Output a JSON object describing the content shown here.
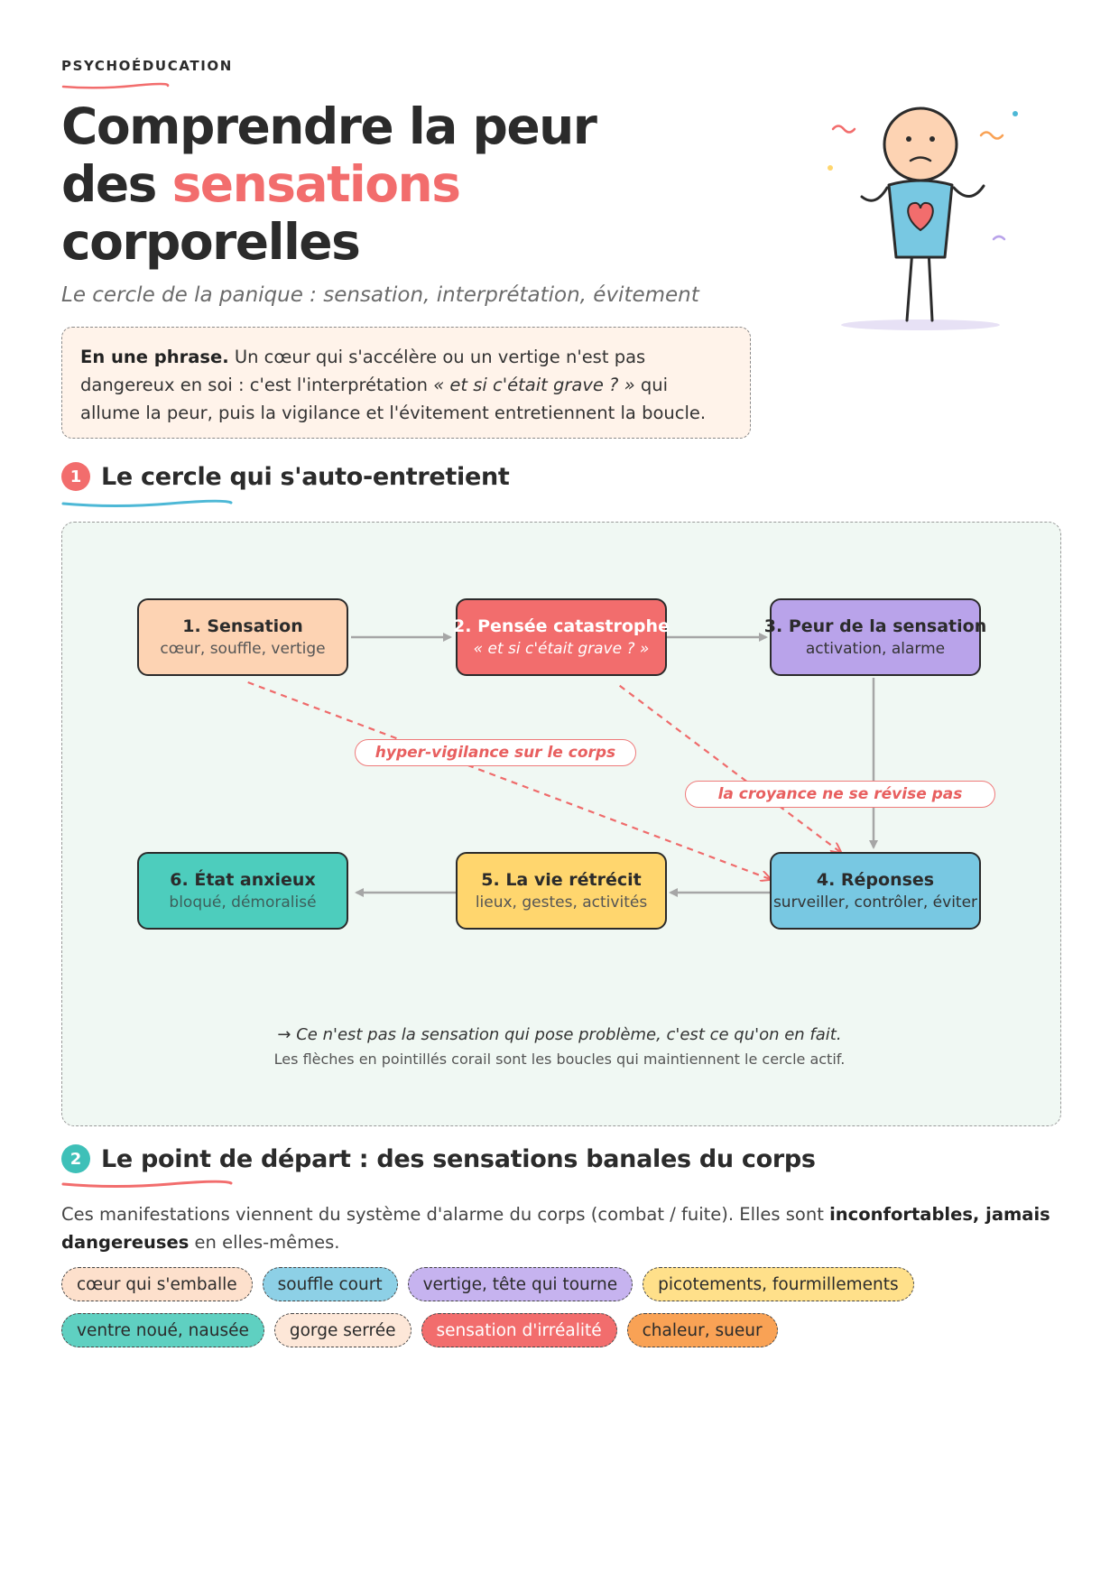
{
  "header": {
    "eyebrow": "PSYCHOÉDUCATION",
    "title_line1": "Comprendre la peur",
    "title_line2_prefix": "des ",
    "title_line2_accent": "sensations",
    "title_line3": "corporelles",
    "subtitle": "Le cercle de la panique : sensation, interprétation, évitement"
  },
  "summary": {
    "lead": "En une phrase.",
    "text_before": " Un cœur qui s'accélère ou un vertige n'est pas dangereux en soi : c'est l'interprétation ",
    "quote": "« et si c'était grave ? »",
    "text_after": " qui allume la peur, puis la vigilance et l'évitement entretiennent la boucle."
  },
  "section1": {
    "number": "1",
    "title": "Le cercle qui s'auto-entretient",
    "badge_color": "#f26d6d",
    "underline_color": "#4db8d6"
  },
  "cycle": {
    "boxes": [
      {
        "title": "1. Sensation",
        "sub": "cœur, souffle, vertige",
        "fill": "#fdd3b3",
        "title_color": "#2b2b2b",
        "sub_color": "#555555"
      },
      {
        "title": "2. Pensée catastrophe",
        "sub": "« et si c'était grave ? »",
        "fill": "#f26d6d",
        "title_color": "#ffffff",
        "sub_color": "#ffffff"
      },
      {
        "title": "3. Peur de la sensation",
        "sub": "activation, alarme",
        "fill": "#b9a3ea",
        "title_color": "#2b2b2b",
        "sub_color": "#333333"
      },
      {
        "title": "4. Réponses",
        "sub": "surveiller, contrôler, éviter",
        "fill": "#78c8e2",
        "title_color": "#2b2b2b",
        "sub_color": "#333333"
      },
      {
        "title": "5. La vie rétrécit",
        "sub": "lieux, gestes, activités",
        "fill": "#ffd66e",
        "title_color": "#2b2b2b",
        "sub_color": "#555555"
      },
      {
        "title": "6. État anxieux",
        "sub": "bloqué, démoralisé",
        "fill": "#4dcdbd",
        "title_color": "#2b2b2b",
        "sub_color": "#3d5f5b"
      }
    ],
    "loop_labels": [
      "hyper-vigilance sur le corps",
      "la croyance ne se révise pas"
    ],
    "note": "→ Ce n'est pas la sensation qui pose problème, c'est ce qu'on en fait.",
    "legend": "Les flèches en pointillés corail sont les boucles qui maintiennent le cercle actif.",
    "arrow_color": "#a6a6a6",
    "loop_color": "#ef6b6b"
  },
  "section2": {
    "number": "2",
    "title": "Le point de départ : des sensations banales du corps",
    "badge_color": "#3ec0b8",
    "underline_color": "#f26d6d",
    "intro_before": "Ces manifestations viennent du système d'alarme du corps (combat / fuite). Elles sont ",
    "intro_bold": "inconfortables, jamais dangereuses",
    "intro_after": " en elles-mêmes.",
    "tags_row1": [
      {
        "label": "cœur qui s'emballe",
        "fill": "#fde0cc",
        "text_color": "#2b2b2b"
      },
      {
        "label": "souffle court",
        "fill": "#8dd0e6",
        "text_color": "#2b2b2b"
      },
      {
        "label": "vertige, tête qui tourne",
        "fill": "#c6b3ef",
        "text_color": "#2b2b2b"
      },
      {
        "label": "picotements, fourmillements",
        "fill": "#ffe08a",
        "text_color": "#2b2b2b"
      }
    ],
    "tags_row2": [
      {
        "label": "ventre noué, nausée",
        "fill": "#5fd0c1",
        "text_color": "#2b2b2b"
      },
      {
        "label": "gorge serrée",
        "fill": "#fde7d8",
        "text_color": "#2b2b2b"
      },
      {
        "label": "sensation d'irréalité",
        "fill": "#f26d6d",
        "text_color": "#ffffff"
      },
      {
        "label": "chaleur, sueur",
        "fill": "#f9a255",
        "text_color": "#2b2b2b"
      }
    ]
  },
  "illustration": {
    "icon": "anxious-stick-figure-with-heart-icon"
  }
}
